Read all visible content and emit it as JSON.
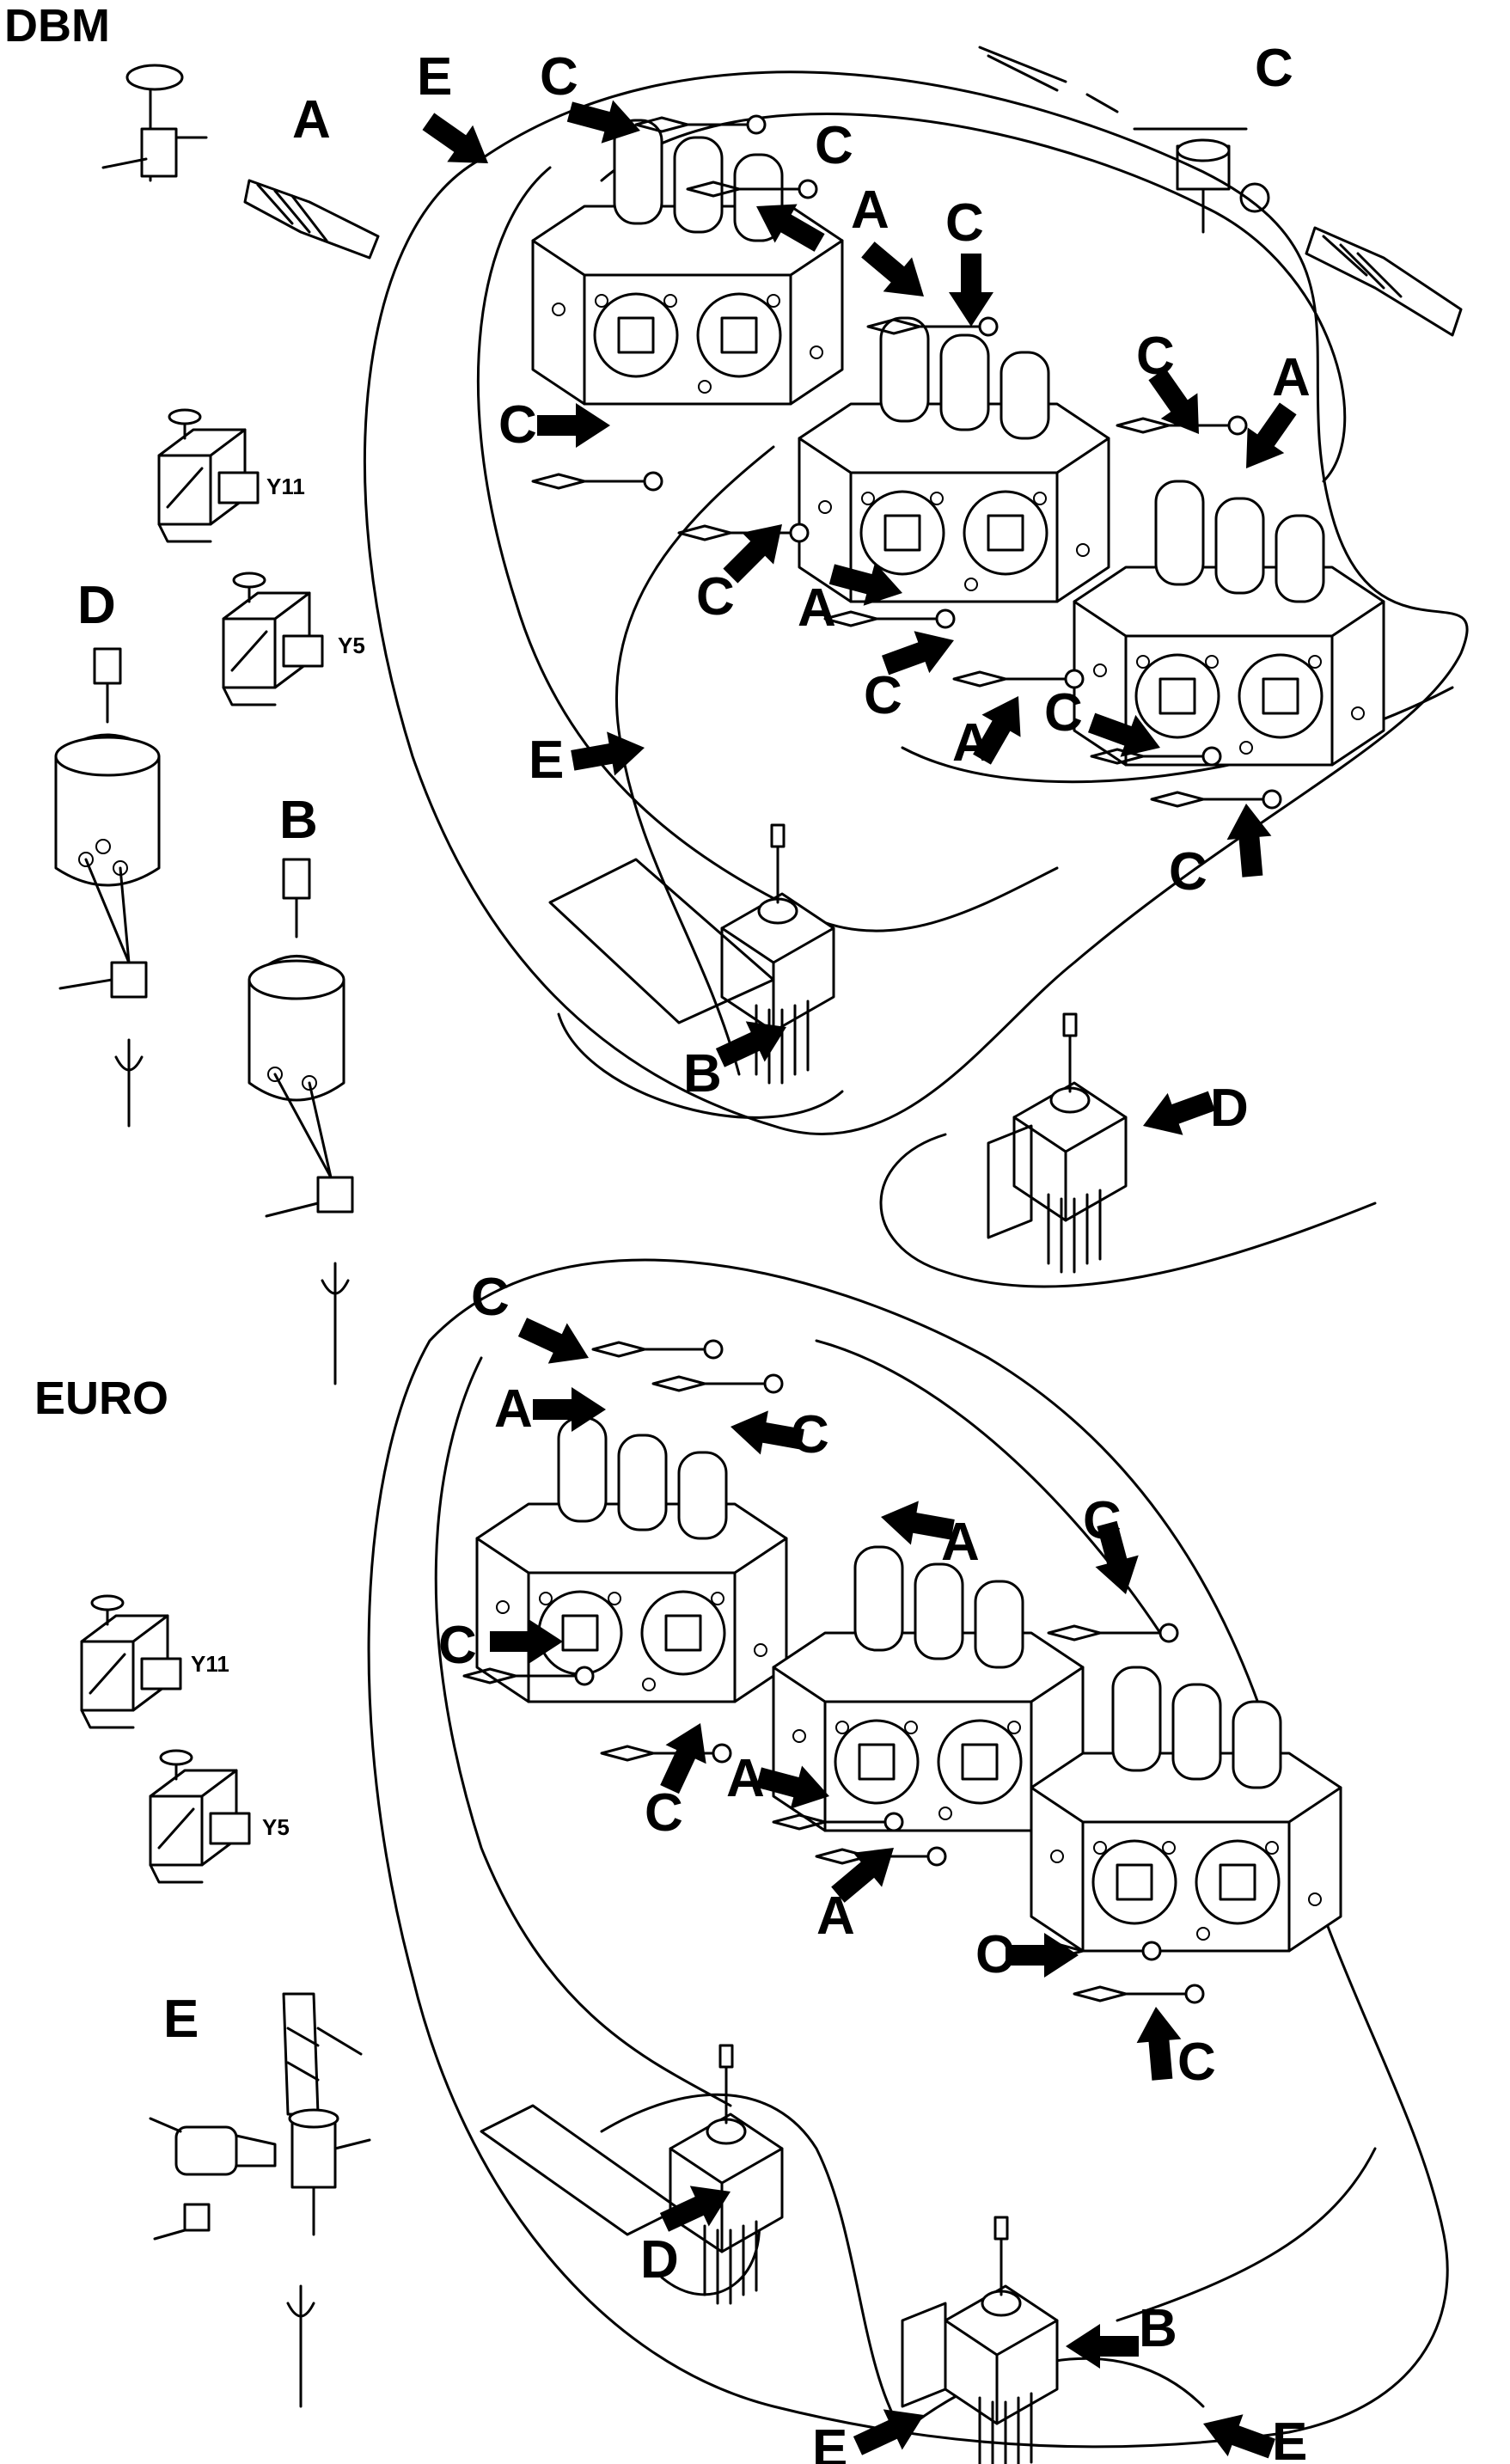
{
  "diagram": {
    "sections": [
      {
        "id": "dbm",
        "title": "DBM"
      },
      {
        "id": "euro",
        "title": "EURO"
      }
    ],
    "detail_labels": {
      "dbm_fitting_a": "A",
      "dbm_fitting_c": "C",
      "dbm_joystick_d": "D",
      "dbm_joystick_b": "B",
      "euro_fitting_e": "E"
    },
    "solenoid_labels": {
      "dbm_y11": "Y11",
      "dbm_y5": "Y5",
      "euro_y11": "Y11",
      "euro_y5": "Y5"
    },
    "callout_letters": [
      "A",
      "B",
      "C",
      "D",
      "E"
    ]
  }
}
